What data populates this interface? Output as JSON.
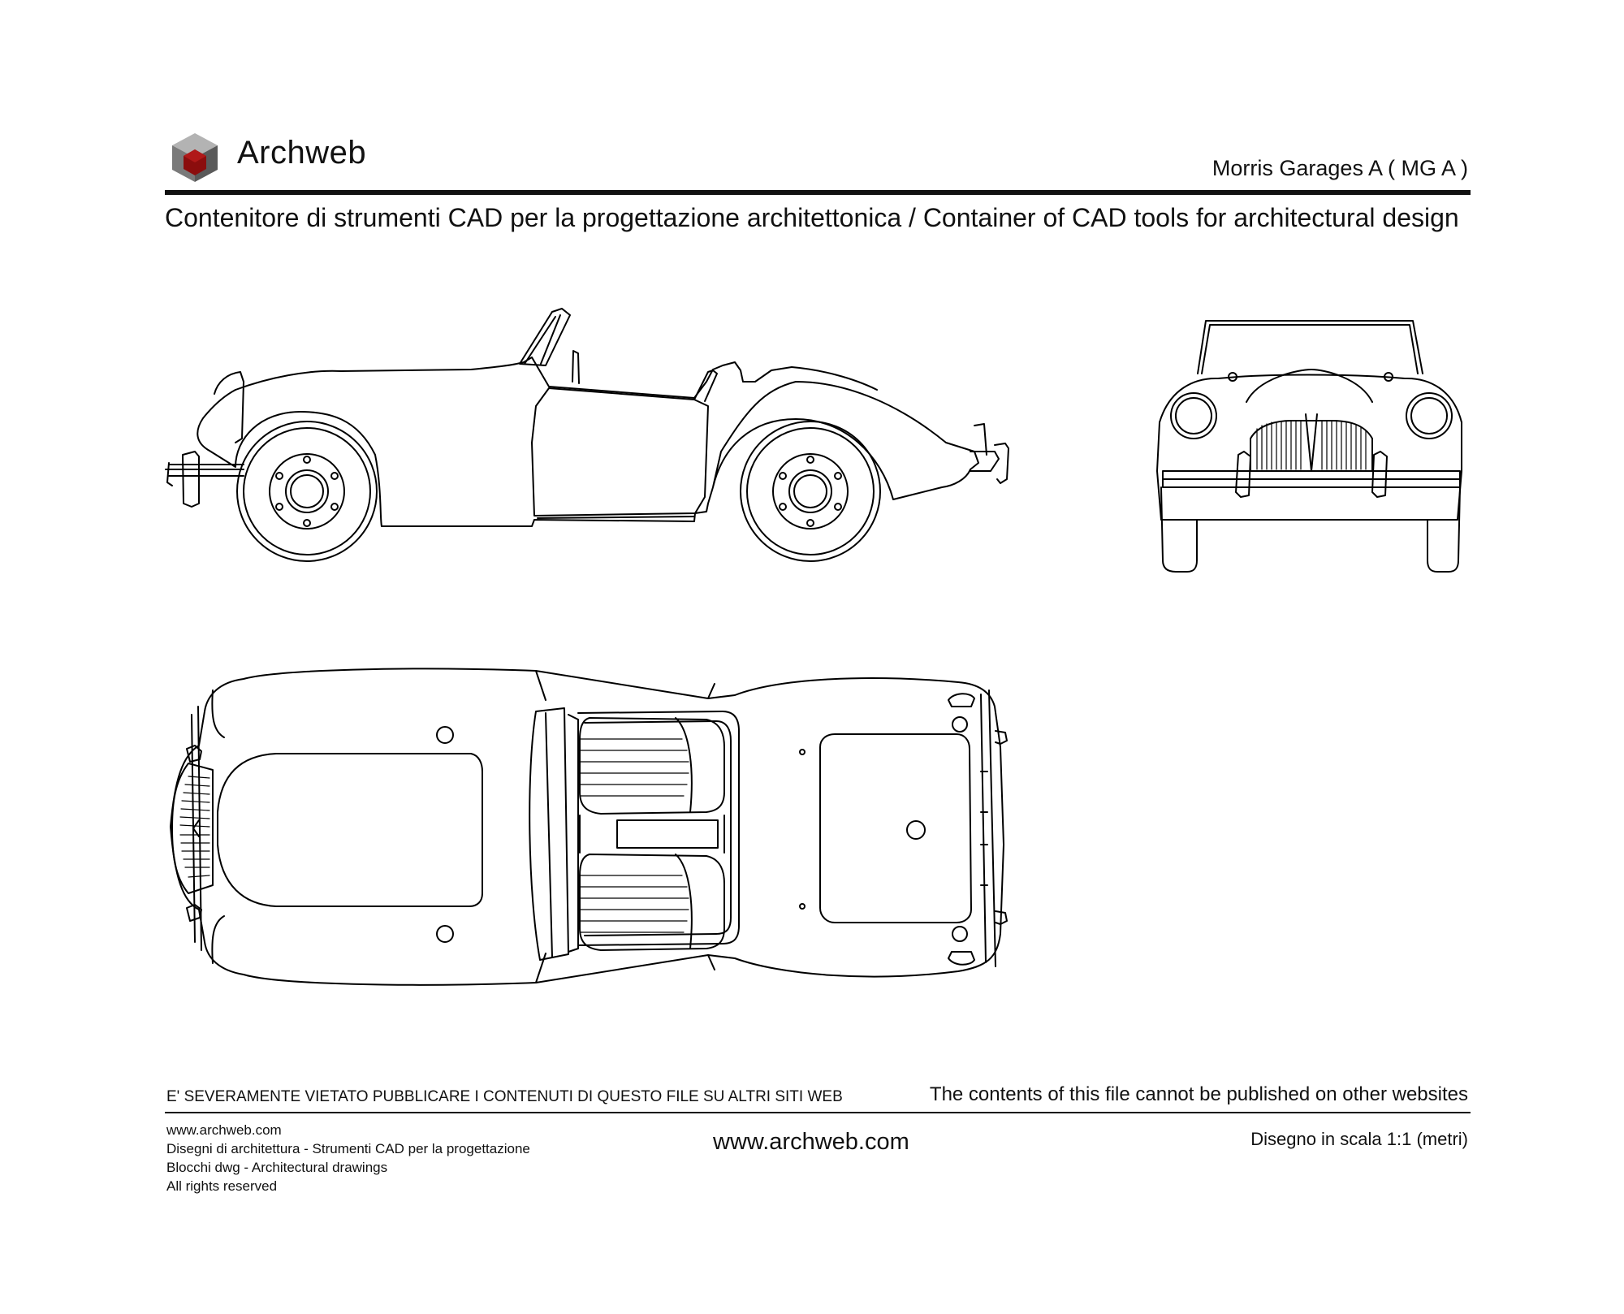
{
  "header": {
    "brand": "Archweb",
    "drawing_title": "Morris Garages A ( MG A )",
    "tagline": "Contenitore di strumenti CAD per la progettazione architettonica  /  Container of CAD tools for architectural design"
  },
  "logo": {
    "icon": "archweb-cube-logo",
    "colors": {
      "top": "#b3b3b3",
      "left": "#7a7a7a",
      "right": "#5a5a5a",
      "core": "#8b0d0d"
    }
  },
  "drawing": {
    "views": [
      "side-elevation",
      "front-elevation",
      "plan-view"
    ],
    "line_color": "#000000"
  },
  "footer": {
    "notice_it": "E' SEVERAMENTE VIETATO PUBBLICARE I CONTENUTI DI QUESTO FILE SU ALTRI SITI WEB",
    "notice_en": "The contents of this file cannot be published on other websites",
    "lines": [
      "www.archweb.com",
      "Disegni di architettura - Strumenti CAD  per la progettazione",
      "Blocchi dwg - Architectural drawings",
      "All rights reserved"
    ],
    "url": "www.archweb.com",
    "scale_note": "Disegno in scala 1:1 (metri)"
  }
}
